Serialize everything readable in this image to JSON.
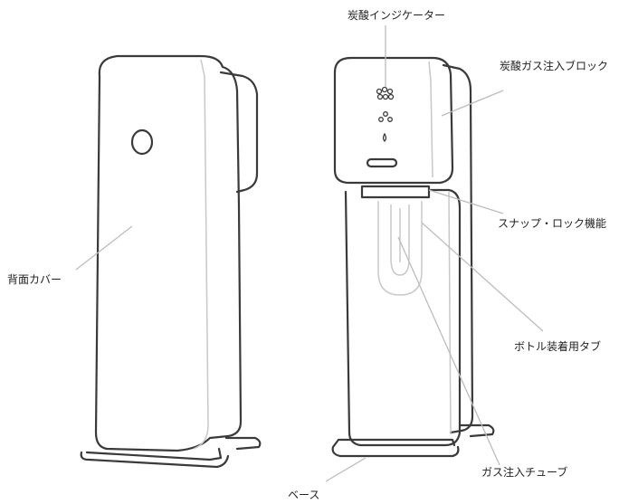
{
  "labels": {
    "carbonation_indicator": "炭酸インジケーター",
    "co2_block": "炭酸ガス注入ブロック",
    "snap_lock": "スナップ・ロック機能",
    "back_cover": "背面カバー",
    "bottle_tab": "ボトル装着用タブ",
    "gas_tube": "ガス注入チューブ",
    "base": "ベース"
  },
  "colors": {
    "outline": "#3a3a3a",
    "leader": "#bdbdbd",
    "inner": "#c8c8c8"
  }
}
